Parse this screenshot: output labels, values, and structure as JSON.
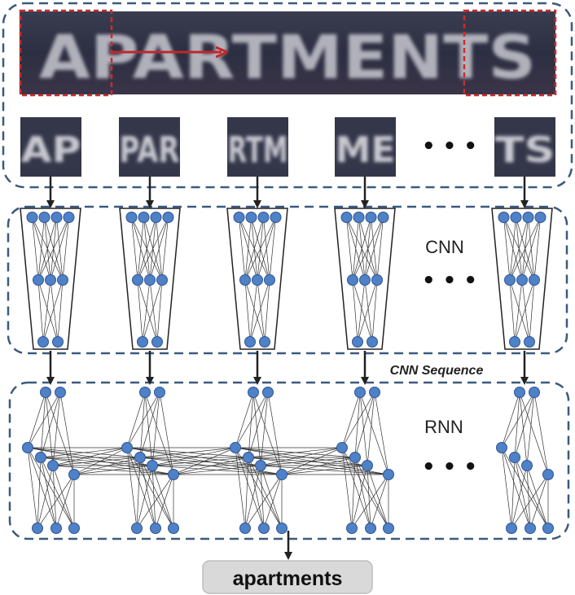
{
  "word_image": {
    "text": "APARTMENTS"
  },
  "crops": [
    "AP",
    "PAR",
    "RTM",
    "ME",
    "TS"
  ],
  "ellipsis": "• • •",
  "labels": {
    "cnn": "CNN",
    "cnn_sequence": "CNN Sequence",
    "rnn": "RNN"
  },
  "output": {
    "label": "apartments"
  },
  "colors": {
    "dashed_border": "#3b5a7e",
    "node_fill": "#4f81c7",
    "node_stroke": "#2f5597",
    "red_arrow": "#c0282a",
    "red_box": "#d02a2a",
    "image_dark": "#2b2f40",
    "output_box": "#d9d9d9"
  }
}
